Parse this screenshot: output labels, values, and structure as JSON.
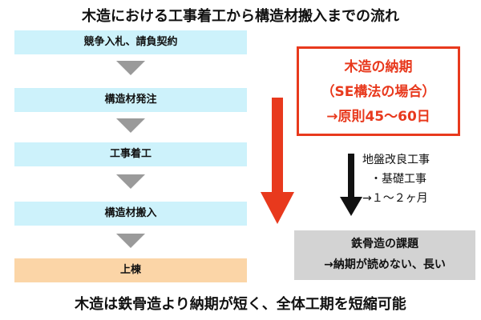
{
  "title": "木造における工事着工から構造材搬入までの流れ",
  "steps": [
    {
      "label": "競争入札、請負契約"
    },
    {
      "label": "構造材発注"
    },
    {
      "label": "工事着工"
    },
    {
      "label": "構造材搬入"
    },
    {
      "label": "上棟"
    }
  ],
  "wood_box": {
    "line1": "木造の納期",
    "line2": "（SE構法の場合）",
    "line3": "→原則45〜60日"
  },
  "ground_work": {
    "line1": "地盤改良工事",
    "line2": "・基礎工事",
    "line3": "→１〜２ヶ月"
  },
  "steel_box": {
    "line1": "鉄骨造の課題",
    "line2": "→納期が読めない、長い"
  },
  "footer": "木造は鉄骨造より納期が短く、全体工期を短縮可能",
  "colors": {
    "step_fill": "#cdf2fb",
    "final_step_fill": "#fbd5a7",
    "accent_red": "#e8391d",
    "connector_gray": "#9a9a9a",
    "steel_box_fill": "#d3d3d3"
  }
}
